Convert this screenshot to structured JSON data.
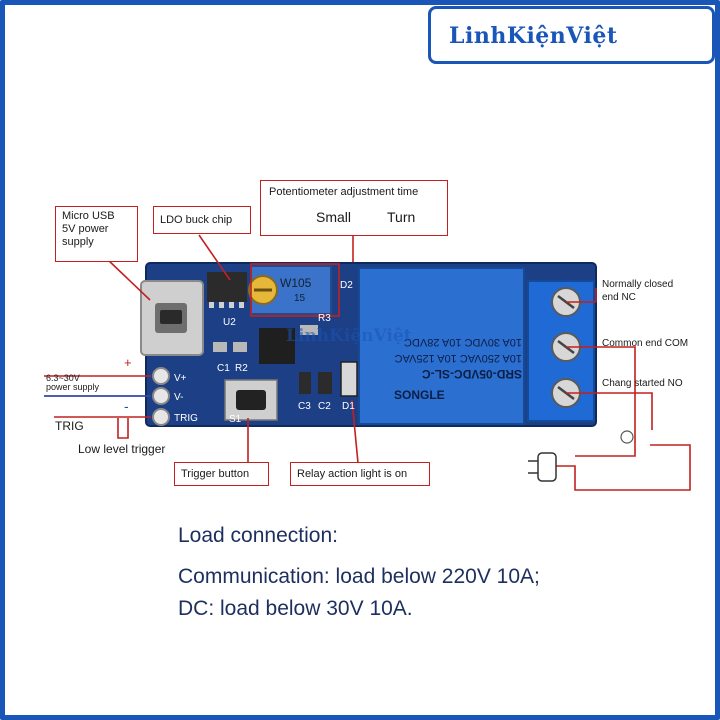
{
  "brand": {
    "name": "LinhKiệnViệt",
    "color": "#1a56b8"
  },
  "callouts": {
    "micro_usb": "Micro USB 5V power supply",
    "micro_usb_l1": "Micro USB",
    "micro_usb_l2": "5V power",
    "micro_usb_l3": "supply",
    "ldo": "LDO buck chip",
    "pot_title": "Potentiometer adjustment time",
    "pot_small": "Small",
    "pot_turn": "Turn",
    "nc_l1": "Normally closed",
    "nc_l2": "end NC",
    "com": "Common end COM",
    "no": "Chang started NO",
    "supply_l1": "6.3~30V",
    "supply_l2": "power supply",
    "plus": "+",
    "minus": "-",
    "trig": "TRIG",
    "low_level": "Low level trigger",
    "trigger_button": "Trigger button",
    "relay_light": "Relay action light is on"
  },
  "board": {
    "pins": [
      "V+",
      "V-",
      "TRIG"
    ],
    "pot_label": "W105",
    "pot_sub": "15",
    "relay_lines": [
      "SRD-05VDC-SL-C",
      "10A 250VAC  10A 125VAC",
      "10A 30VDC  10A 28VDC"
    ],
    "relay_brand": "SONGLE",
    "silks": [
      "U2",
      "C1",
      "R2",
      "S1",
      "C3",
      "C2",
      "D1",
      "D2",
      "R3"
    ]
  },
  "load_text": {
    "heading": "Load connection:",
    "line1": "Communication: load below 220V 10A;",
    "line2": "DC: load below 30V 10A."
  }
}
